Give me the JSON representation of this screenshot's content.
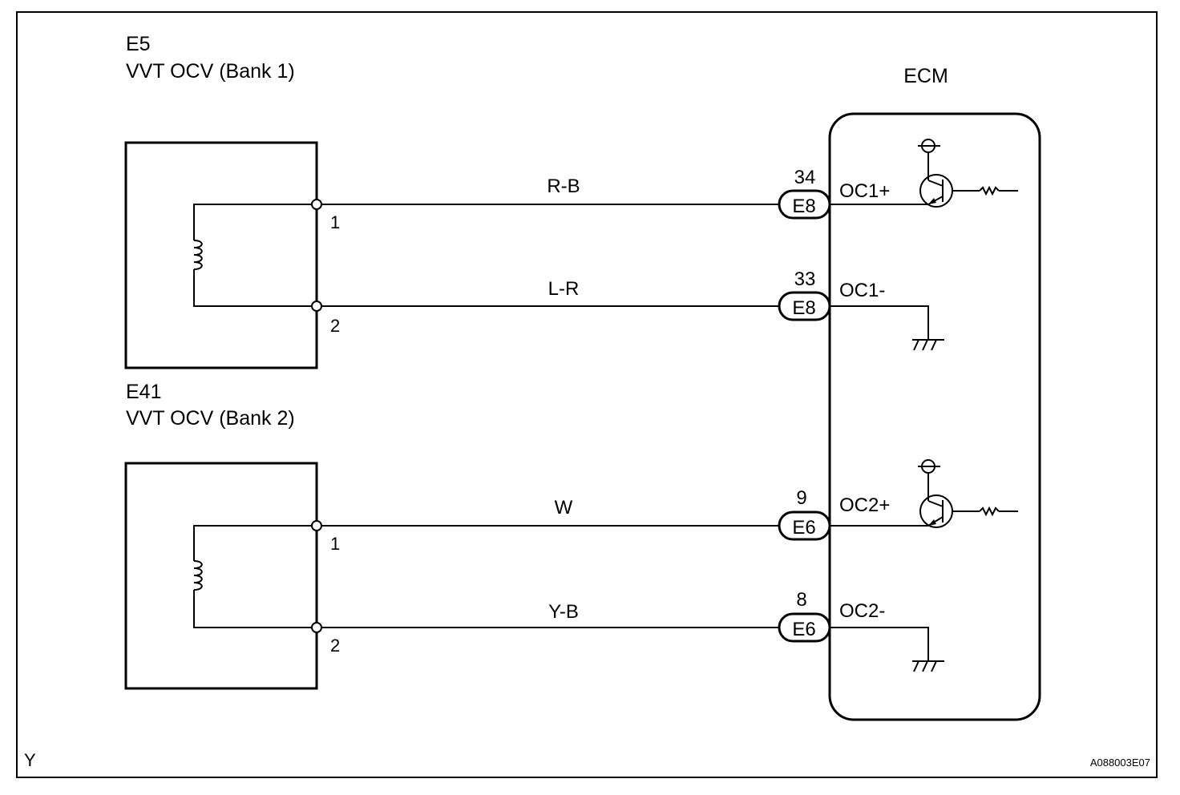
{
  "corner_left": "Y",
  "figure_id": "A088003E07",
  "ecm": {
    "label": "ECM"
  },
  "components": [
    {
      "id": "E5",
      "name": "VVT OCV (Bank 1)",
      "pin1": "1",
      "pin2": "2"
    },
    {
      "id": "E41",
      "name": "VVT OCV (Bank 2)",
      "pin1": "1",
      "pin2": "2"
    }
  ],
  "wires": [
    {
      "color": "R-B",
      "pin": "34",
      "connector": "E8",
      "terminal": "OC1+"
    },
    {
      "color": "L-R",
      "pin": "33",
      "connector": "E8",
      "terminal": "OC1-"
    },
    {
      "color": "W",
      "pin": "9",
      "connector": "E6",
      "terminal": "OC2+"
    },
    {
      "color": "Y-B",
      "pin": "8",
      "connector": "E6",
      "terminal": "OC2-"
    }
  ]
}
